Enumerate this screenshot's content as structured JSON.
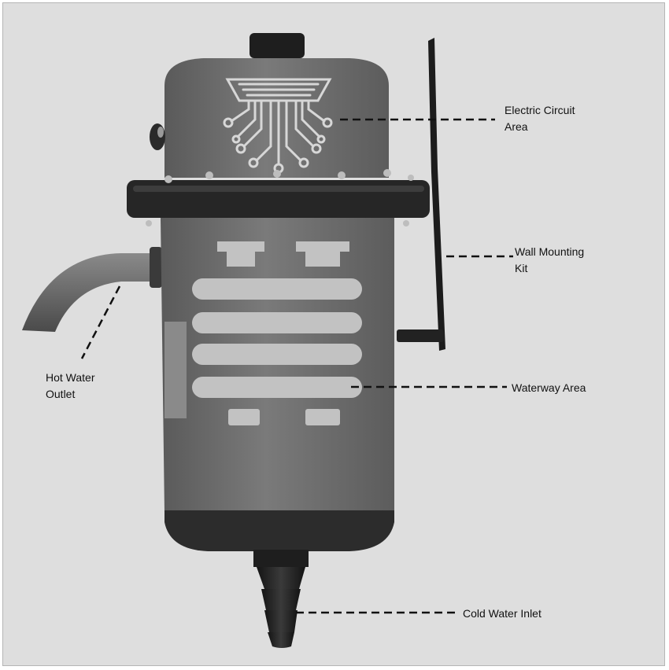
{
  "labels": {
    "electric_circuit": [
      "Electric Circuit",
      "Area"
    ],
    "wall_mounting": [
      "Wall Mounting",
      "Kit"
    ],
    "hot_water": [
      "Hot Water",
      "Outlet"
    ],
    "waterway": [
      "Waterway Area"
    ],
    "cold_water": [
      "Cold Water Inlet"
    ]
  },
  "colors": {
    "background": "#dedede",
    "body": "#707070",
    "body_dark": "#3a3a3a",
    "band": "#2a2a2a",
    "stripe": "#c2c2c2",
    "line": "#111111"
  }
}
